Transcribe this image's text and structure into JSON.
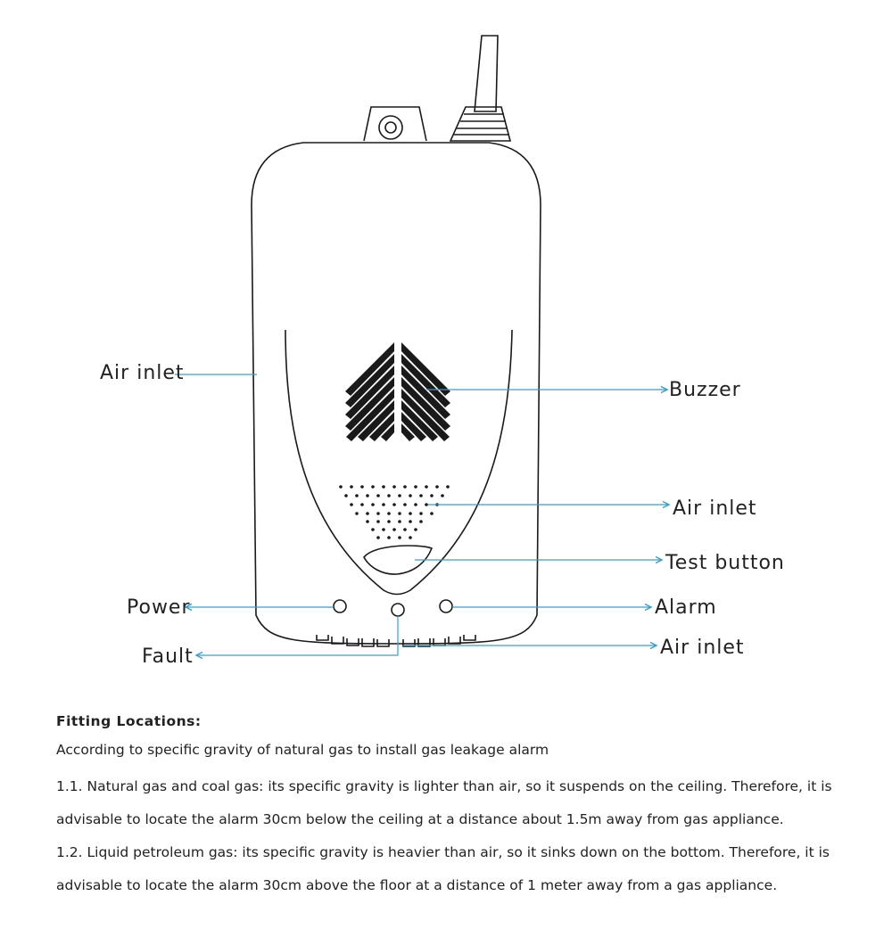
{
  "labels": {
    "air_inlet_left": "Air inlet",
    "buzzer": "Buzzer",
    "air_inlet_right": "Air inlet",
    "test_button": "Test button",
    "power": "Power",
    "alarm": "Alarm",
    "fault": "Fault",
    "air_inlet_bottom": "Air inlet"
  },
  "colors": {
    "leader": "#3a9ec9",
    "outline": "#1a1a1a"
  },
  "text": {
    "heading": "Fitting Locations:",
    "intro": "According to specific gravity of natural gas to install gas leakage alarm",
    "item1_line1": " 1.1. Natural gas and coal gas: its specific gravity is lighter than air, so it suspends on the ceiling. Therefore, it is",
    "item1_line2": "advisable to locate the alarm 30cm below the ceiling at a distance about 1.5m away from gas appliance.",
    "item2_line1": " 1.2. Liquid petroleum gas: its specific gravity is heavier than air, so it sinks down on the bottom. Therefore, it is",
    "item2_line2": "advisable to locate the alarm 30cm above the floor at a distance of 1 meter away from a gas appliance."
  }
}
